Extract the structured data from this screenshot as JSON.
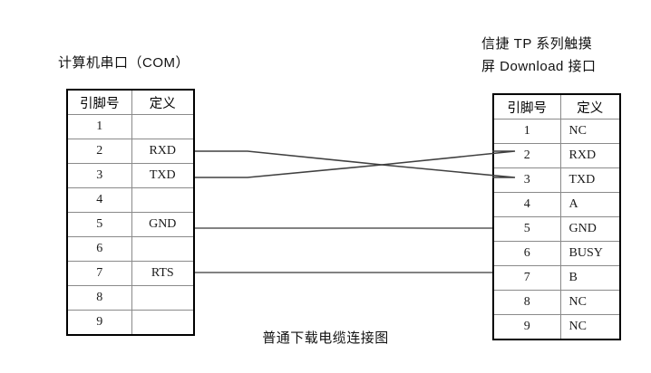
{
  "diagram": {
    "caption": "普通下载电缆连接图",
    "left_title": "计算机串口（COM）",
    "right_title_line1": "信捷 TP 系列触摸",
    "right_title_line2": "屏 Download 接口",
    "line_color": "#404040",
    "border_color": "#000000",
    "grid_color": "#8a8a8a",
    "background": "#ffffff"
  },
  "left_table": {
    "headers": [
      "引脚号",
      "定义"
    ],
    "rows": [
      {
        "pin": "1",
        "def": ""
      },
      {
        "pin": "2",
        "def": "RXD"
      },
      {
        "pin": "3",
        "def": "TXD"
      },
      {
        "pin": "4",
        "def": ""
      },
      {
        "pin": "5",
        "def": "GND"
      },
      {
        "pin": "6",
        "def": ""
      },
      {
        "pin": "7",
        "def": "RTS"
      },
      {
        "pin": "8",
        "def": ""
      },
      {
        "pin": "9",
        "def": ""
      }
    ]
  },
  "right_table": {
    "headers": [
      "引脚号",
      "定义"
    ],
    "rows": [
      {
        "pin": "1",
        "def": "NC"
      },
      {
        "pin": "2",
        "def": "RXD"
      },
      {
        "pin": "3",
        "def": "TXD"
      },
      {
        "pin": "4",
        "def": "A"
      },
      {
        "pin": "5",
        "def": "GND"
      },
      {
        "pin": "6",
        "def": "BUSY"
      },
      {
        "pin": "7",
        "def": "B"
      },
      {
        "pin": "8",
        "def": "NC"
      },
      {
        "pin": "9",
        "def": "NC"
      }
    ]
  },
  "connections": [
    {
      "name": "rxd-to-txd",
      "from_pin": "2",
      "from_def": "RXD",
      "to_pin": "3",
      "to_def": "TXD",
      "crossed": "true"
    },
    {
      "name": "txd-to-rxd",
      "from_pin": "3",
      "from_def": "TXD",
      "to_pin": "2",
      "to_def": "RXD",
      "crossed": "true"
    },
    {
      "name": "gnd-to-gnd",
      "from_pin": "5",
      "from_def": "GND",
      "to_pin": "5",
      "to_def": "GND",
      "crossed": "false"
    },
    {
      "name": "rts-to-b",
      "from_pin": "7",
      "from_def": "RTS",
      "to_pin": "7",
      "to_def": "B",
      "crossed": "false"
    }
  ]
}
